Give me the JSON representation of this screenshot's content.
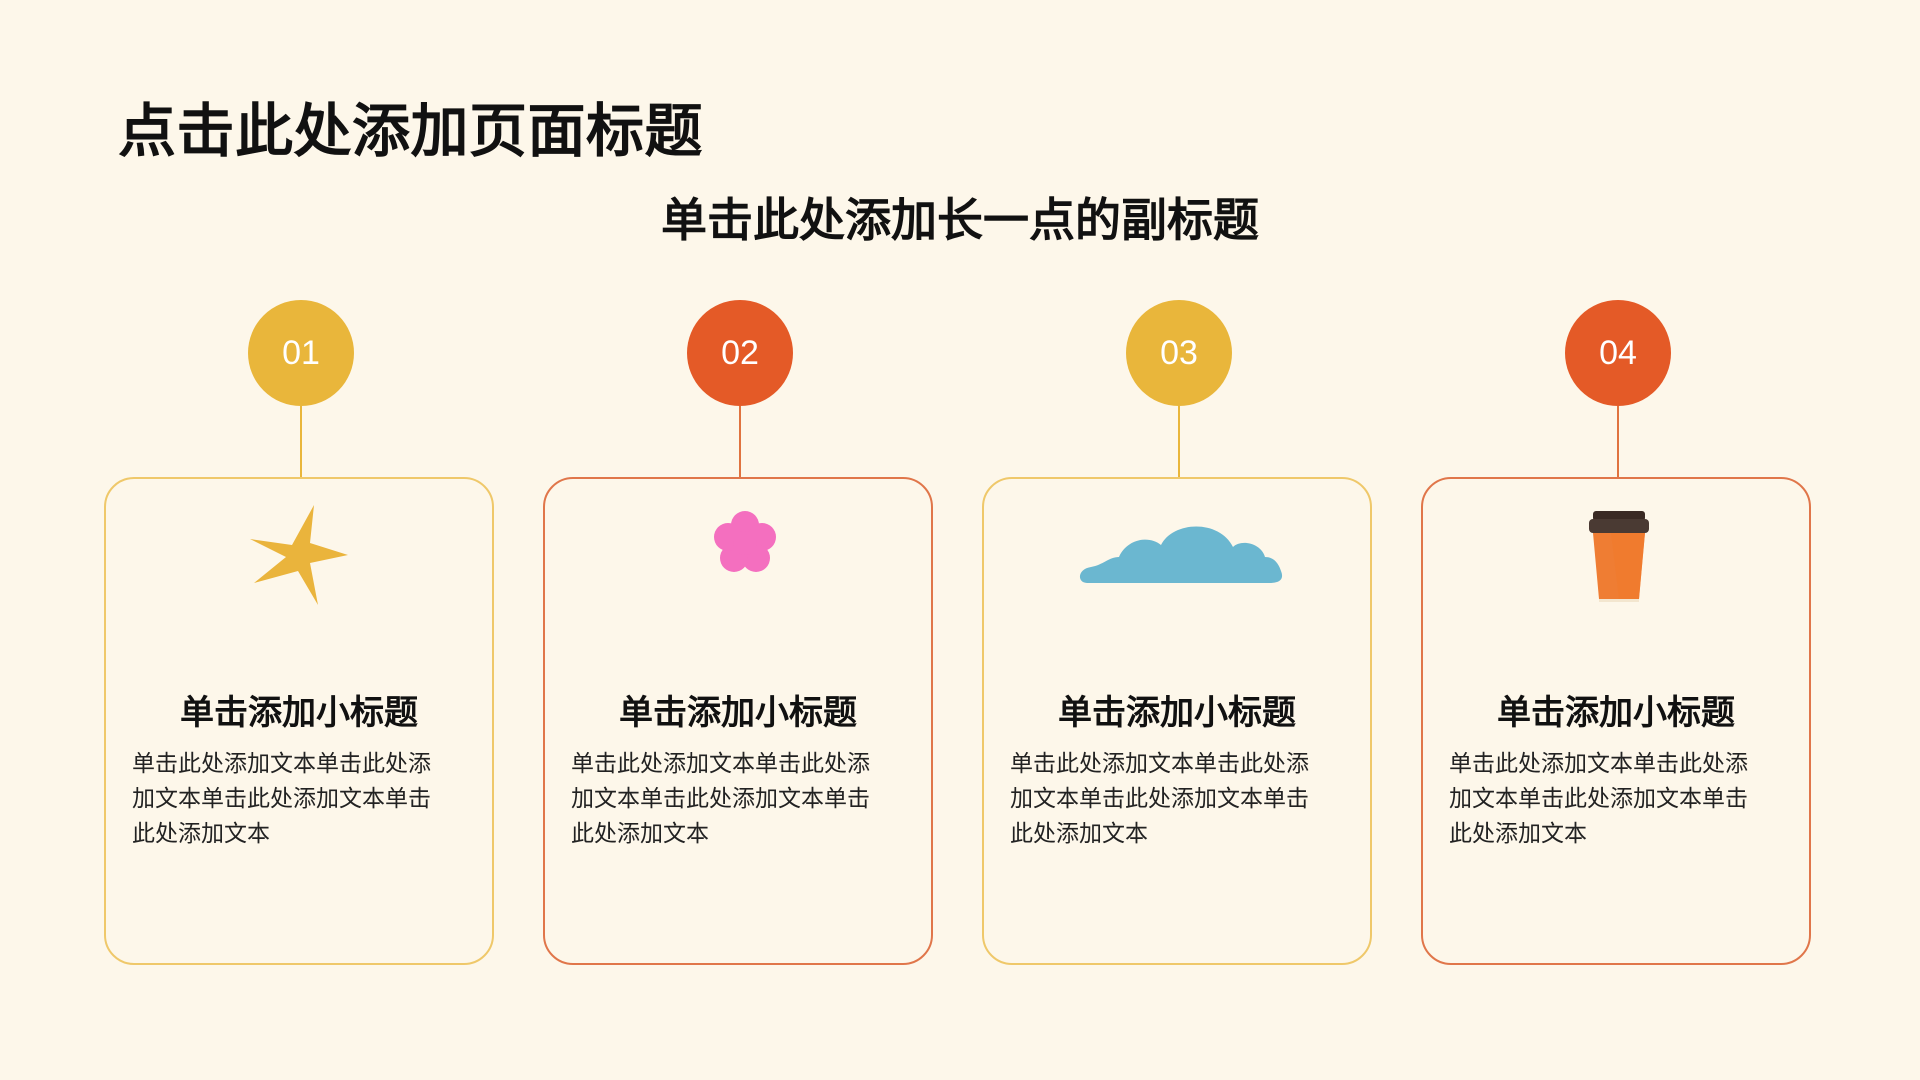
{
  "title": "点击此处添加页面标题",
  "subtitle": "单击此处添加长一点的副标题",
  "colors": {
    "background": "#fdf7ea",
    "yellow": "#e9b63b",
    "orange": "#e45a27",
    "blue": "#6bb7d0",
    "pink": "#f46fbf"
  },
  "cards": [
    {
      "number": "01",
      "icon": "star-burst-icon",
      "subtitle": "单击添加小标题",
      "text": "单击此处添加文本单击此处添加文本单击此处添加文本单击此处添加文本"
    },
    {
      "number": "02",
      "icon": "flower-icon",
      "subtitle": "单击添加小标题",
      "text": "单击此处添加文本单击此处添加文本单击此处添加文本单击此处添加文本"
    },
    {
      "number": "03",
      "icon": "cloud-icon",
      "subtitle": "单击添加小标题",
      "text": "单击此处添加文本单击此处添加文本单击此处添加文本单击此处添加文本"
    },
    {
      "number": "04",
      "icon": "coffee-cup-icon",
      "subtitle": "单击添加小标题",
      "text": "单击此处添加文本单击此处添加文本单击此处添加文本单击此处添加文本"
    }
  ]
}
